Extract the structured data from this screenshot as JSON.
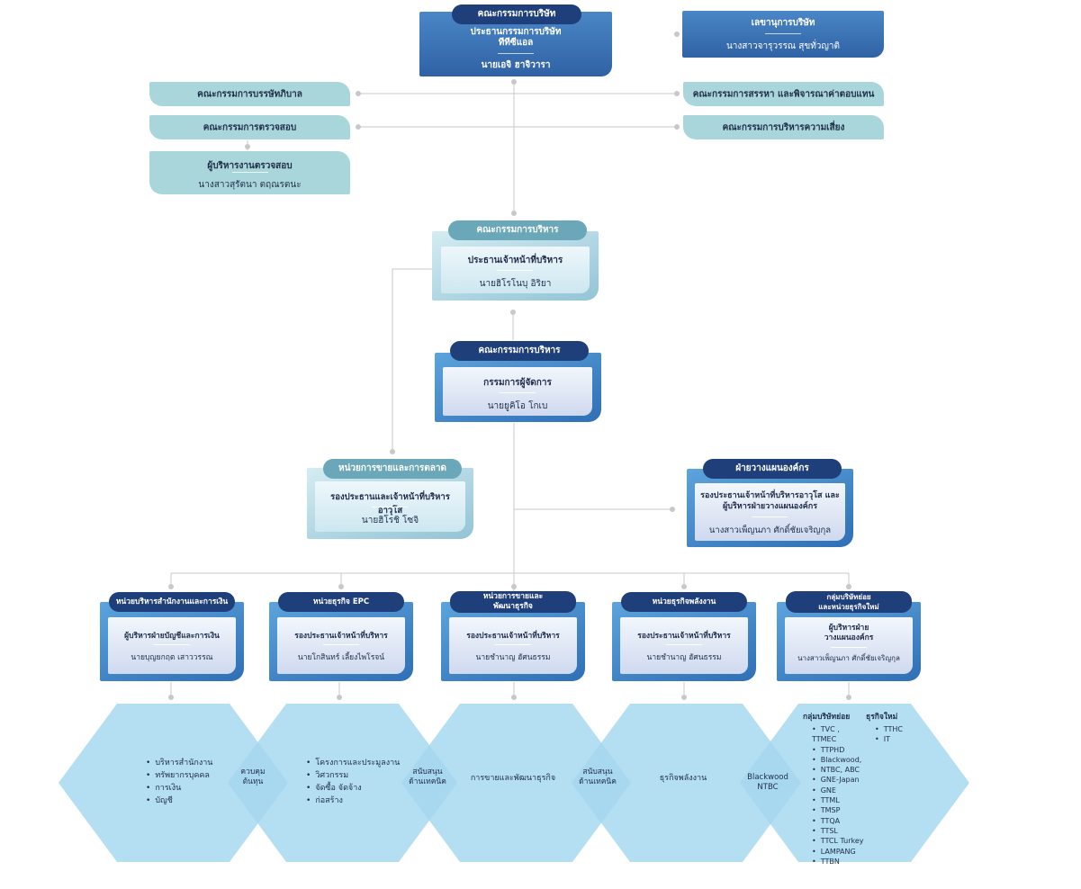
{
  "board": {
    "pill": "คณะกรรมการบริษัท",
    "title_line1": "ประธานกรรมการบริษัท",
    "title_line2": "ทีทีซีแอล",
    "name": "นายเอจิ ฮาจิวารา"
  },
  "secretary": {
    "title": "เลขานุการบริษัท",
    "name": "นางสาวจารุวรรณ สุขทั่วญาติ"
  },
  "committees_left": [
    "คณะกรรมการบรรษัทภิบาล",
    "คณะกรรมการตรวจสอบ"
  ],
  "committees_right": [
    "คณะกรรมการสรรหา และพิจารณาค่าตอบแทน",
    "คณะกรรมการบริหารความเสี่ยง"
  ],
  "auditor": {
    "title": "ผู้บริหารงานตรวจสอบ",
    "name": "นางสาวสุรัตนา ตฤณรตนะ"
  },
  "ceo": {
    "pill": "คณะกรรมการบริหาร",
    "role": "ประธานเจ้าหน้าที่บริหาร",
    "name": "นายฮิโรโนบุ อิริยา"
  },
  "md": {
    "pill": "คณะกรรมการบริหาร",
    "role": "กรรมการผู้จัดการ",
    "name": "นายยูคิโอ โกเบ"
  },
  "sales": {
    "pill": "หน่วยการขายและการตลาด",
    "role": "รองประธานและเจ้าหน้าที่บริหารอาวุโส",
    "name": "นายฮิโรชิ  โซจิ"
  },
  "planning": {
    "pill": "ฝ่ายวางแผนองค์กร",
    "role_line1": "รองประธานเจ้าหน้าที่บริหารอาวุโส และ",
    "role_line2": "ผู้บริหารฝ่ายวางแผนองค์กร",
    "name": "นางสาวเพ็ญนภา ศักดิ์ชัยเจริญกุล"
  },
  "units": [
    {
      "pill": "หน่วยบริหารสำนักงานและการเงิน",
      "role": "ผู้บริหารฝ่ายบัญชีและการเงิน",
      "name": "นายบุญยกฤต เสาววรรณ"
    },
    {
      "pill": "หน่วยธุรกิจ EPC",
      "role": "รองประธานเจ้าหน้าที่บริหาร",
      "name": "นายโกสินทร์ เลี้ยงไพโรจน์"
    },
    {
      "pill_line1": "หน่วยการขายและ",
      "pill_line2": "พัฒนาธุรกิจ",
      "role": "รองประธานเจ้าหน้าที่บริหาร",
      "name": "นายชำนาญ ฮัศนธรรม"
    },
    {
      "pill": "หน่วยธุรกิจพลังงาน",
      "role": "รองประธานเจ้าหน้าที่บริหาร",
      "name": "นายชำนาญ ฮัศนธรรม"
    },
    {
      "pill_line1": "กลุ่มบริษัทย่อย",
      "pill_line2": "และหน่วยธุรกิจใหม่",
      "role_line1": "ผู้บริหารฝ่าย",
      "role_line2": "วางแผนองค์กร",
      "name": "นางสาวเพ็ญนภา ศักดิ์ชัยเจริญกุล"
    }
  ],
  "hex_office": [
    "บริหารสำนักงาน",
    "ทรัพยากรบุคคล",
    "การเงิน",
    "บัญชี"
  ],
  "hex_epc": [
    "โครงการและประมูลงาน",
    "วิศวกรรม",
    "จัดซื้อ จัดจ้าง",
    "ก่อสร้าง"
  ],
  "hex_sales": "การขายและพัฒนาธุรกิจ",
  "hex_energy": "ธุรกิจพลังงาน",
  "hex_subsidiaries": {
    "title": "กลุ่มบริษัทย่อย",
    "items": [
      "TVC , TTMEC",
      "TTPHD",
      "Blackwood,",
      "NTBC, ABC",
      "GNE-Japan",
      "GNE",
      "TTML",
      "TMSP",
      "TTQA",
      "TTSL",
      "TTCL Turkey",
      "LAMPANG",
      "TTBN"
    ],
    "new_title": "ธุรกิจใหม่",
    "new_items": [
      "TTHC",
      "IT"
    ]
  },
  "overlaps": [
    {
      "line1": "ควบคุม",
      "line2": "ต้นทุน"
    },
    {
      "line1": "สนับสนุน",
      "line2": "ด้านเทคนิค"
    },
    {
      "line1": "สนับสนุน",
      "line2": "ด้านเทคนิค"
    },
    {
      "line1": "Blackwood",
      "line2": "NTBC"
    }
  ],
  "colors": {
    "navy": "#1f3f7a",
    "blue": "#2f6fb6",
    "teal": "#a8d6da",
    "hex": "#a3d7ee",
    "connector": "#c8c8c8"
  }
}
